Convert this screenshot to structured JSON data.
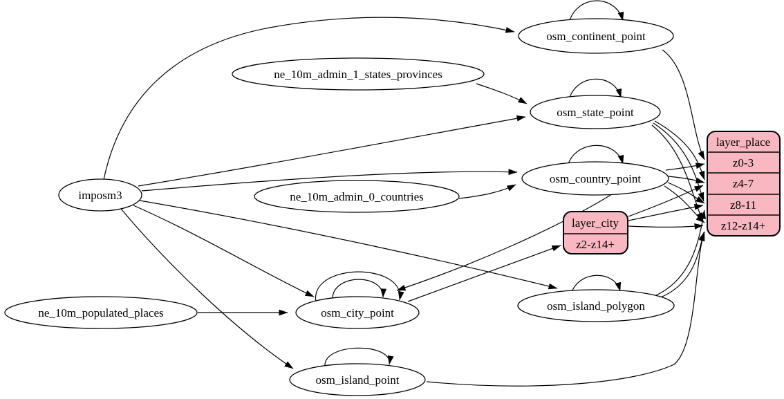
{
  "diagram": {
    "type": "graphviz-digraph",
    "colors": {
      "edge": "#000000",
      "node-fill": "#ffffff",
      "node-stroke": "#000000",
      "record-fill": "#f8b7c1",
      "record-stroke": "#000000"
    },
    "nodes": {
      "imposm3": {
        "label": "imposm3"
      },
      "ne_admin1": {
        "label": "ne_10m_admin_1_states_provinces"
      },
      "ne_admin0": {
        "label": "ne_10m_admin_0_countries"
      },
      "ne_popplaces": {
        "label": "ne_10m_populated_places"
      },
      "continent": {
        "label": "osm_continent_point"
      },
      "state": {
        "label": "osm_state_point"
      },
      "country": {
        "label": "osm_country_point"
      },
      "city": {
        "label": "osm_city_point"
      },
      "island_polygon": {
        "label": "osm_island_polygon"
      },
      "island_point": {
        "label": "osm_island_point"
      }
    },
    "records": {
      "layer_place": {
        "title": "layer_place",
        "rows": [
          "z0-3",
          "z4-7",
          "z8-11",
          "z12-z14+"
        ]
      },
      "layer_city": {
        "title": "layer_city",
        "rows": [
          "z2-z14+"
        ]
      }
    },
    "edges": [
      {
        "from": "imposm3",
        "to": "osm_continent_point"
      },
      {
        "from": "imposm3",
        "to": "osm_state_point"
      },
      {
        "from": "imposm3",
        "to": "osm_country_point"
      },
      {
        "from": "imposm3",
        "to": "osm_city_point"
      },
      {
        "from": "imposm3",
        "to": "osm_island_polygon"
      },
      {
        "from": "imposm3",
        "to": "osm_island_point"
      },
      {
        "from": "ne_10m_admin_1_states_provinces",
        "to": "osm_state_point"
      },
      {
        "from": "ne_10m_admin_0_countries",
        "to": "osm_country_point"
      },
      {
        "from": "ne_10m_populated_places",
        "to": "osm_city_point"
      },
      {
        "from": "osm_continent_point",
        "to": "osm_continent_point"
      },
      {
        "from": "osm_state_point",
        "to": "osm_state_point"
      },
      {
        "from": "osm_country_point",
        "to": "osm_country_point"
      },
      {
        "from": "osm_city_point",
        "to": "osm_city_point"
      },
      {
        "from": "osm_city_point",
        "to": "osm_city_point"
      },
      {
        "from": "osm_island_polygon",
        "to": "osm_island_polygon"
      },
      {
        "from": "osm_island_point",
        "to": "osm_island_point"
      },
      {
        "from": "osm_country_point",
        "to": "osm_city_point"
      },
      {
        "from": "osm_continent_point",
        "to": "layer_place.z0-3"
      },
      {
        "from": "osm_country_point",
        "to": "layer_place.z0-3"
      },
      {
        "from": "osm_country_point",
        "to": "layer_place.z4-7"
      },
      {
        "from": "osm_country_point",
        "to": "layer_place.z8-11"
      },
      {
        "from": "osm_country_point",
        "to": "layer_place.z12-z14+"
      },
      {
        "from": "osm_state_point",
        "to": "layer_place.z4-7"
      },
      {
        "from": "osm_state_point",
        "to": "layer_place.z8-11"
      },
      {
        "from": "osm_state_point",
        "to": "layer_place.z12-z14+"
      },
      {
        "from": "osm_island_polygon",
        "to": "layer_place.z8-11"
      },
      {
        "from": "osm_island_polygon",
        "to": "layer_place.z12-z14+"
      },
      {
        "from": "osm_island_point",
        "to": "layer_place.z12-z14+"
      },
      {
        "from": "osm_city_point",
        "to": "layer_city.z2-z14+"
      },
      {
        "from": "layer_city.z2-z14+",
        "to": "layer_place.z4-7"
      },
      {
        "from": "layer_city.z2-z14+",
        "to": "layer_place.z8-11"
      },
      {
        "from": "layer_city.z2-z14+",
        "to": "layer_place.z12-z14+"
      }
    ]
  }
}
